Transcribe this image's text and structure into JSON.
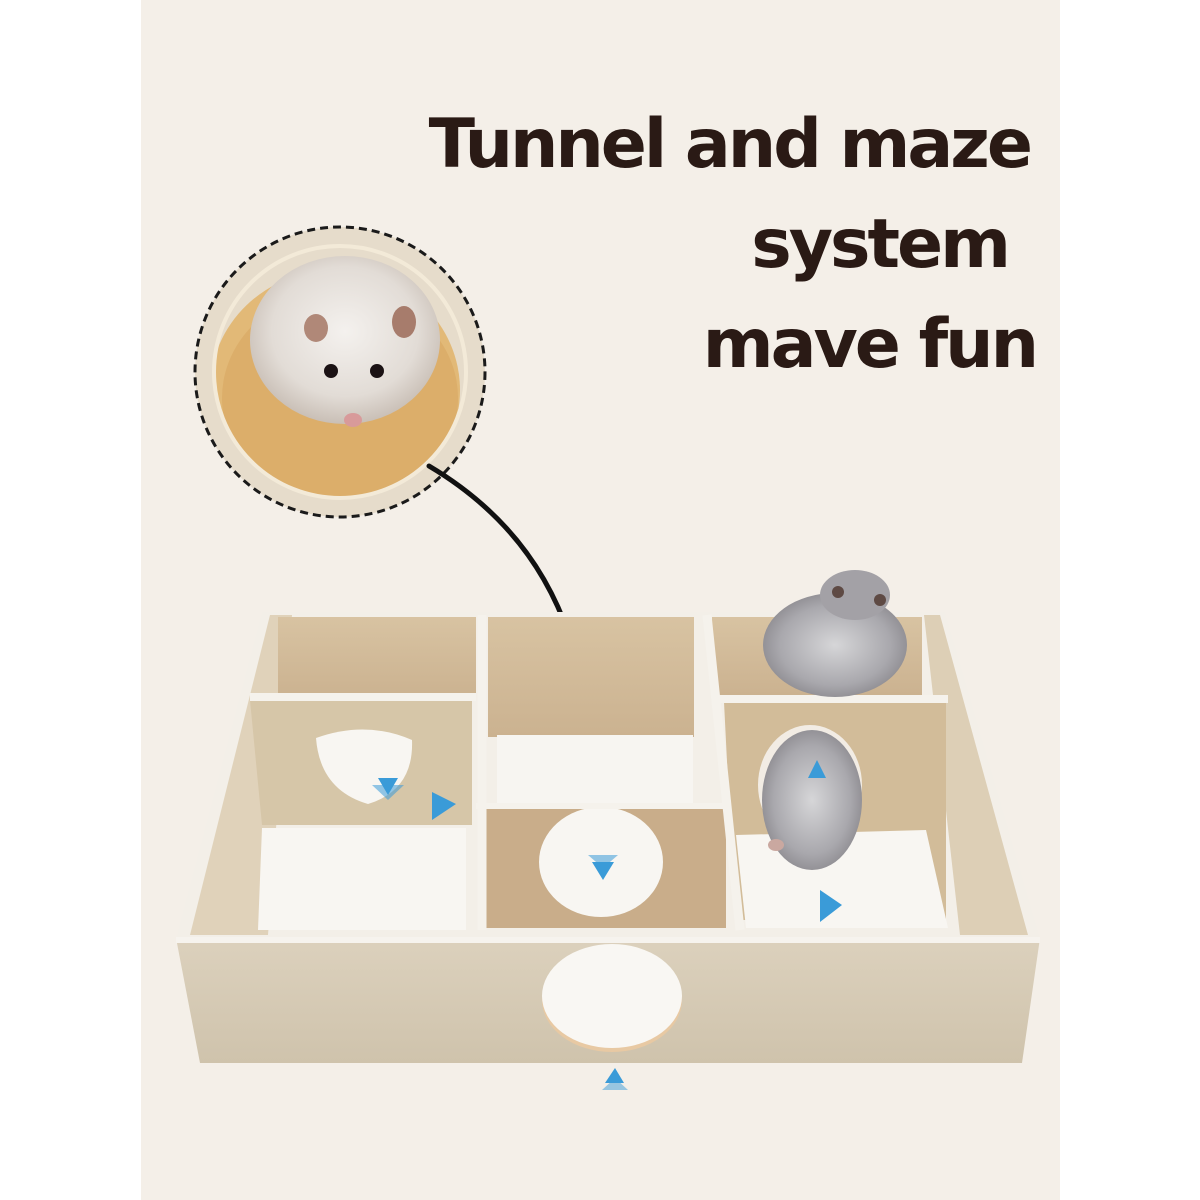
{
  "headline": {
    "line1": "Tunnel and maze",
    "line2": "system",
    "line3": "mave fun"
  },
  "colors": {
    "background_panel": "#f4efe8",
    "text": "#2a1a15",
    "wood_light": "#d9cdb4",
    "wood_dark": "#c9ad8a",
    "floor": "#f7f5f1",
    "arrow_blue": "#3a9bd8",
    "pointer_line": "#111111"
  },
  "inset": {
    "icon": "hamster-in-tunnel-closeup",
    "border_style": "dashed-circle"
  },
  "product": {
    "name": "wooden-hamster-maze-box",
    "compartments": 6,
    "direction_arrows": [
      "down",
      "right",
      "down",
      "up",
      "right",
      "up"
    ]
  }
}
